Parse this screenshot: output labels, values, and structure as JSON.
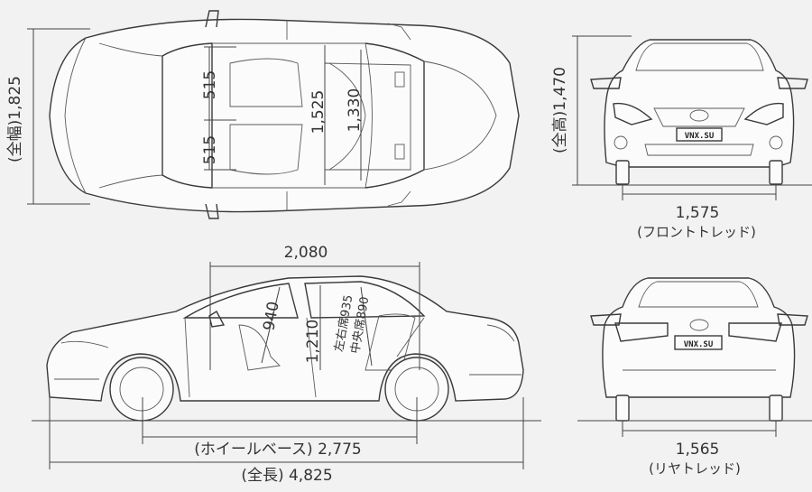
{
  "dimensions": {
    "overall_width": "(全幅)1,825",
    "seat_width_rear": "515",
    "seat_width_front": "515",
    "interior_width_1": "1,525",
    "interior_width_2": "1,330",
    "overall_height": "(全高)1,470",
    "front_tread_value": "1,575",
    "front_tread_label": "(フロントトレッド)",
    "interior_length": "2,080",
    "front_headroom": "940",
    "interior_height": "1,210",
    "rear_headroom_sides": "左右席935",
    "rear_headroom_center": "中央席890",
    "wheelbase": "(ホイールベース) 2,775",
    "overall_length": "(全長) 4,825",
    "rear_tread_value": "1,565",
    "rear_tread_label": "(リヤトレッド)"
  },
  "plates": {
    "front": "VNX.SU",
    "rear": "VNX.SU"
  }
}
